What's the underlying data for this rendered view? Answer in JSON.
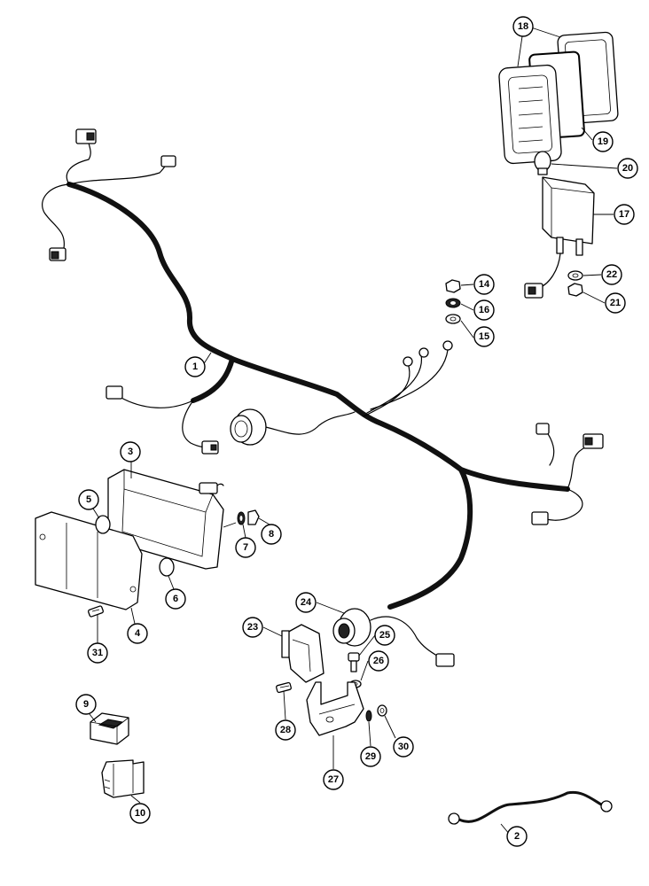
{
  "callouts": [
    {
      "id": "c1",
      "number": "1"
    },
    {
      "id": "c2",
      "number": "2"
    },
    {
      "id": "c3",
      "number": "3"
    },
    {
      "id": "c4",
      "number": "4"
    },
    {
      "id": "c5",
      "number": "5"
    },
    {
      "id": "c6",
      "number": "6"
    },
    {
      "id": "c7",
      "number": "7"
    },
    {
      "id": "c8",
      "number": "8"
    },
    {
      "id": "c9",
      "number": "9"
    },
    {
      "id": "c10",
      "number": "10"
    },
    {
      "id": "c14",
      "number": "14"
    },
    {
      "id": "c15",
      "number": "15"
    },
    {
      "id": "c16",
      "number": "16"
    },
    {
      "id": "c17",
      "number": "17"
    },
    {
      "id": "c18",
      "number": "18"
    },
    {
      "id": "c19",
      "number": "19"
    },
    {
      "id": "c20",
      "number": "20"
    },
    {
      "id": "c21",
      "number": "21"
    },
    {
      "id": "c22",
      "number": "22"
    },
    {
      "id": "c23",
      "number": "23"
    },
    {
      "id": "c24",
      "number": "24"
    },
    {
      "id": "c25",
      "number": "25"
    },
    {
      "id": "c26",
      "number": "26"
    },
    {
      "id": "c27",
      "number": "27"
    },
    {
      "id": "c28",
      "number": "28"
    },
    {
      "id": "c29",
      "number": "29"
    },
    {
      "id": "c30",
      "number": "30"
    },
    {
      "id": "c31",
      "number": "31"
    }
  ]
}
